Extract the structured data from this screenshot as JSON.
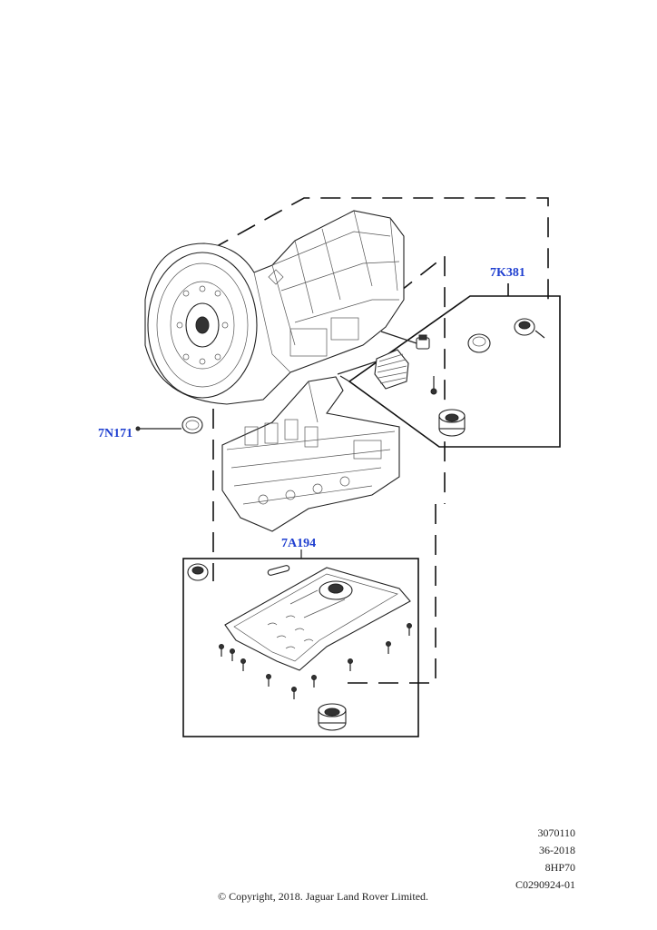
{
  "diagram": {
    "callouts": {
      "filter_group": "7K381",
      "seal": "7N171",
      "oil_pan": "7A194"
    }
  },
  "footer": {
    "ref_number": "3070110",
    "group_code": "36-2018",
    "transmission_model": "8HP70",
    "illustration_id": "C0290924-01",
    "copyright": "© Copyright, 2018. Jaguar Land Rover Limited."
  }
}
